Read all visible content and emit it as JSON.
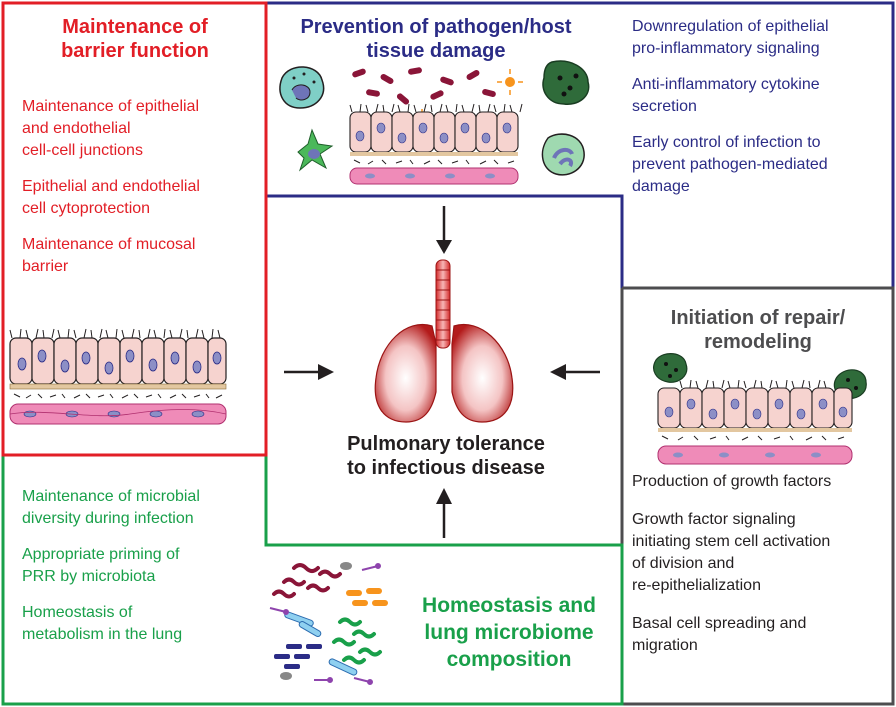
{
  "center": {
    "title_line1": "Pulmonary tolerance",
    "title_line2": "to infectious disease"
  },
  "barrier": {
    "title_line1": "Maintenance of",
    "title_line2": "barrier function",
    "items": [
      "Maintenance of epithelial\nand endothelial\ncell-cell junctions",
      "Epithelial and endothelial\ncell cytoprotection",
      "Maintenance of mucosal\nbarrier"
    ],
    "color": "#e21e26"
  },
  "prevention": {
    "title_line1": "Prevention of pathogen/host",
    "title_line2": "tissue damage",
    "items": [
      "Downregulation of epithelial\npro-inflammatory signaling",
      "Anti-inflammatory cytokine\nsecretion",
      "Early control of infection to\nprevent pathogen-mediated\ndamage"
    ],
    "color": "#2b2c86"
  },
  "repair": {
    "title_line1": "Initiation of repair/",
    "title_line2": "remodeling",
    "items": [
      "Production of growth factors",
      "Growth factor signaling\ninitiating stem cell activation\nof division and\nre-epithelialization",
      "Basal cell spreading and\nmigration"
    ],
    "color": "#4d4d4f"
  },
  "homeostasis": {
    "title_line1": "Homeostasis and",
    "title_line2": "lung microbiome",
    "title_line3": "composition",
    "items": [
      "Maintenance of microbial\ndiversity during infection",
      "Appropriate priming of\nPRR by microbiota",
      "Homeostasis of\nmetabolism in the lung"
    ],
    "color": "#19a04a"
  },
  "icons": [
    "epithelium-icon",
    "lung-icon",
    "immune-cell-icon",
    "bacteria-icon",
    "arrow-icon"
  ]
}
